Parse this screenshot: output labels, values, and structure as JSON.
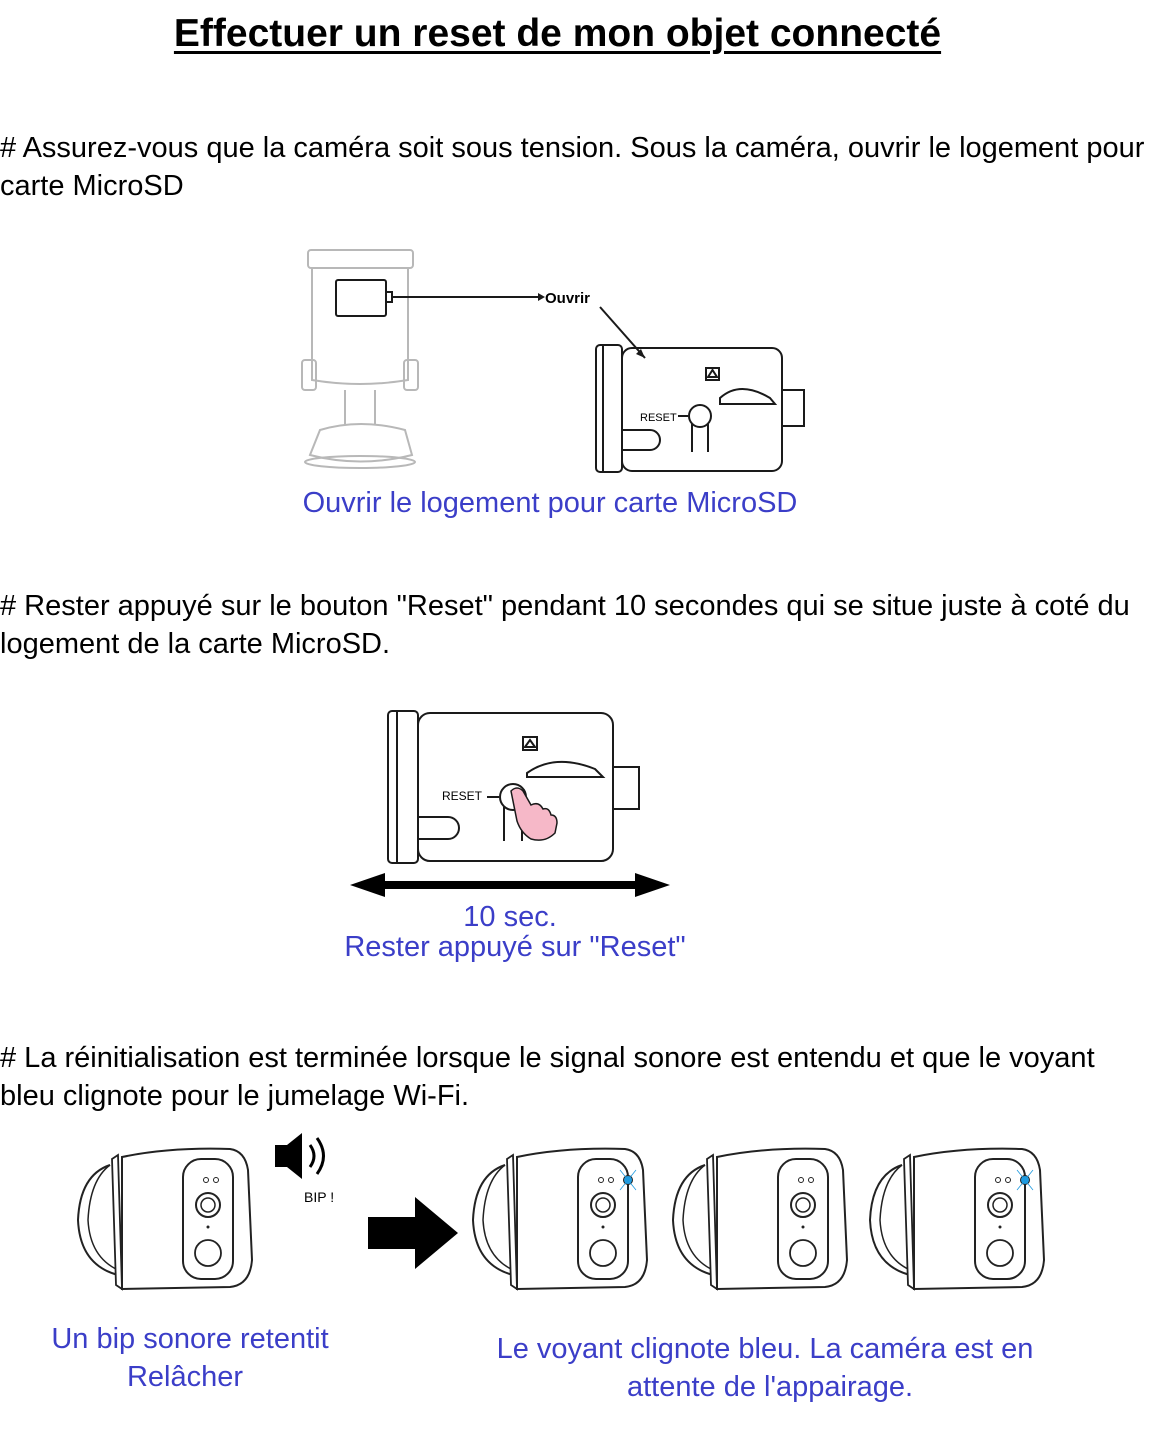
{
  "title": "Effectuer un reset de mon objet connecté",
  "steps": [
    {
      "text": "# Assurez-vous que la caméra soit sous tension. Sous la caméra, ouvrir le logement pour carte MicroSD"
    },
    {
      "text": "# Rester appuyé sur le bouton \"Reset\" pendant 10 secondes qui se situe juste à coté du logement de la carte MicroSD."
    },
    {
      "text": "# La réinitialisation est terminée lorsque le signal sonore est entendu et que le voyant bleu clignote pour le jumelage Wi-Fi."
    }
  ],
  "figure1": {
    "label_open": "Ouvrir",
    "label_reset": "RESET",
    "caption": "Ouvrir le logement pour carte MicroSD"
  },
  "figure2": {
    "label_reset": "RESET",
    "duration": "10 sec.",
    "caption": "Rester appuyé sur \"Reset\""
  },
  "figure3": {
    "beep_label": "BIP !",
    "caption_left_line1": "Un bip sonore retentit",
    "caption_left_line2": "Relâcher",
    "caption_right_line1": "Le voyant clignote bleu. La caméra est en",
    "caption_right_line2": "attente de l'appairage."
  },
  "colors": {
    "caption": "#3b3ec8",
    "led": "#1f9be0",
    "finger": "#f6b8c8"
  },
  "icons": [
    "speaker-icon",
    "arrow-right-icon",
    "pointing-hand-icon"
  ]
}
